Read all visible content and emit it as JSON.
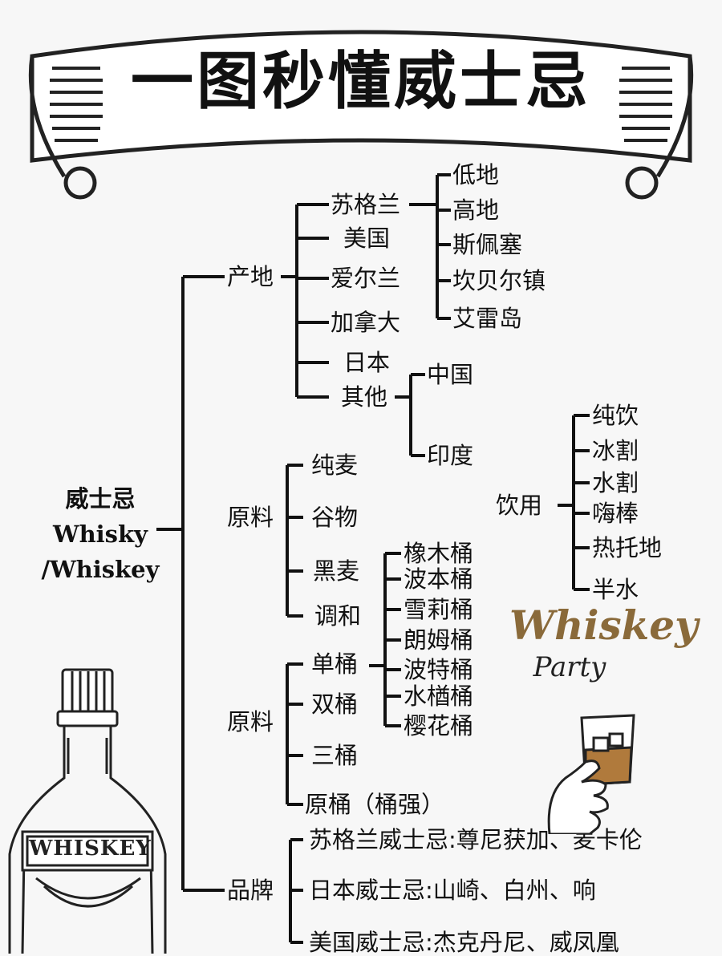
{
  "title": "一图秒懂威士忌",
  "root": {
    "line1": "威士忌",
    "line2": "Whisky",
    "line3": "/Whiskey"
  },
  "origin": {
    "label": "产地",
    "countries": [
      "苏格兰",
      "美国",
      "爱尔兰",
      "加拿大",
      "日本",
      "其他"
    ],
    "scotland_regions": [
      "低地",
      "高地",
      "斯佩塞",
      "坎贝尔镇",
      "艾雷岛"
    ],
    "other": [
      "中国",
      "印度"
    ]
  },
  "drinking": {
    "label": "饮用",
    "methods": [
      "纯饮",
      "冰割",
      "水割",
      "嗨棒",
      "热托地",
      "半水"
    ]
  },
  "material1": {
    "label": "原料",
    "items": [
      "纯麦",
      "谷物",
      "黑麦",
      "调和"
    ]
  },
  "material2": {
    "label": "原料",
    "items": [
      "单桶",
      "双桶",
      "三桶",
      "原桶（桶强）"
    ],
    "casks": [
      "橡木桶",
      "波本桶",
      "雪莉桶",
      "朗姆桶",
      "波特桶",
      "水楢桶",
      "樱花桶"
    ]
  },
  "brands": {
    "label": "品牌",
    "items": [
      "苏格兰威士忌:尊尼获加、麦卡伦",
      "日本威士忌:山崎、白州、响",
      "美国威士忌:杰克丹尼、威凤凰"
    ]
  },
  "decor": {
    "party_line1": "Whiskey",
    "party_line2": "Party",
    "bottle_label": "WHISKEY"
  }
}
